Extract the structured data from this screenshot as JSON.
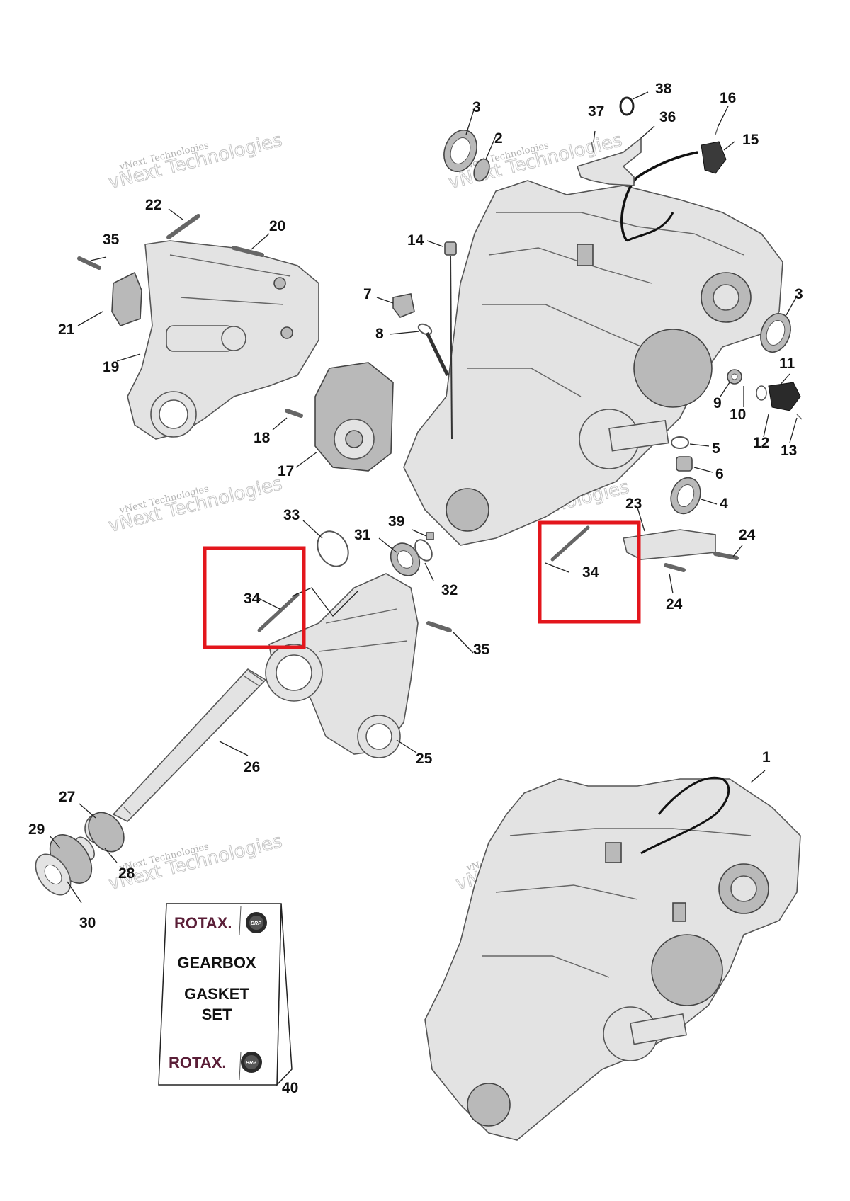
{
  "watermark": {
    "small_text": "vNext Technologies",
    "large_text": "vNext Technologies"
  },
  "callouts": {
    "c1": "1",
    "c2": "2",
    "c3a": "3",
    "c3b": "3",
    "c4": "4",
    "c5": "5",
    "c6": "6",
    "c7": "7",
    "c8": "8",
    "c9": "9",
    "c10": "10",
    "c11": "11",
    "c12": "12",
    "c13": "13",
    "c14": "14",
    "c15": "15",
    "c16": "16",
    "c17": "17",
    "c18": "18",
    "c19": "19",
    "c20": "20",
    "c21": "21",
    "c22": "22",
    "c23": "23",
    "c24a": "24",
    "c24b": "24",
    "c25": "25",
    "c26": "26",
    "c27": "27",
    "c28": "28",
    "c29": "29",
    "c30": "30",
    "c31": "31",
    "c32": "32",
    "c33": "33",
    "c34a": "34",
    "c34b": "34",
    "c35a": "35",
    "c35b": "35",
    "c36": "36",
    "c37": "37",
    "c38": "38",
    "c39": "39",
    "c40": "40"
  },
  "gasket_kit": {
    "brand_top": "ROTAX.",
    "brand_bottom": "ROTAX.",
    "badge": "BRP",
    "line1": "GEARBOX",
    "line2": "GASKET",
    "line3": "SET"
  },
  "colors": {
    "highlight": "#e3161c",
    "brand": "#5a1e37"
  }
}
